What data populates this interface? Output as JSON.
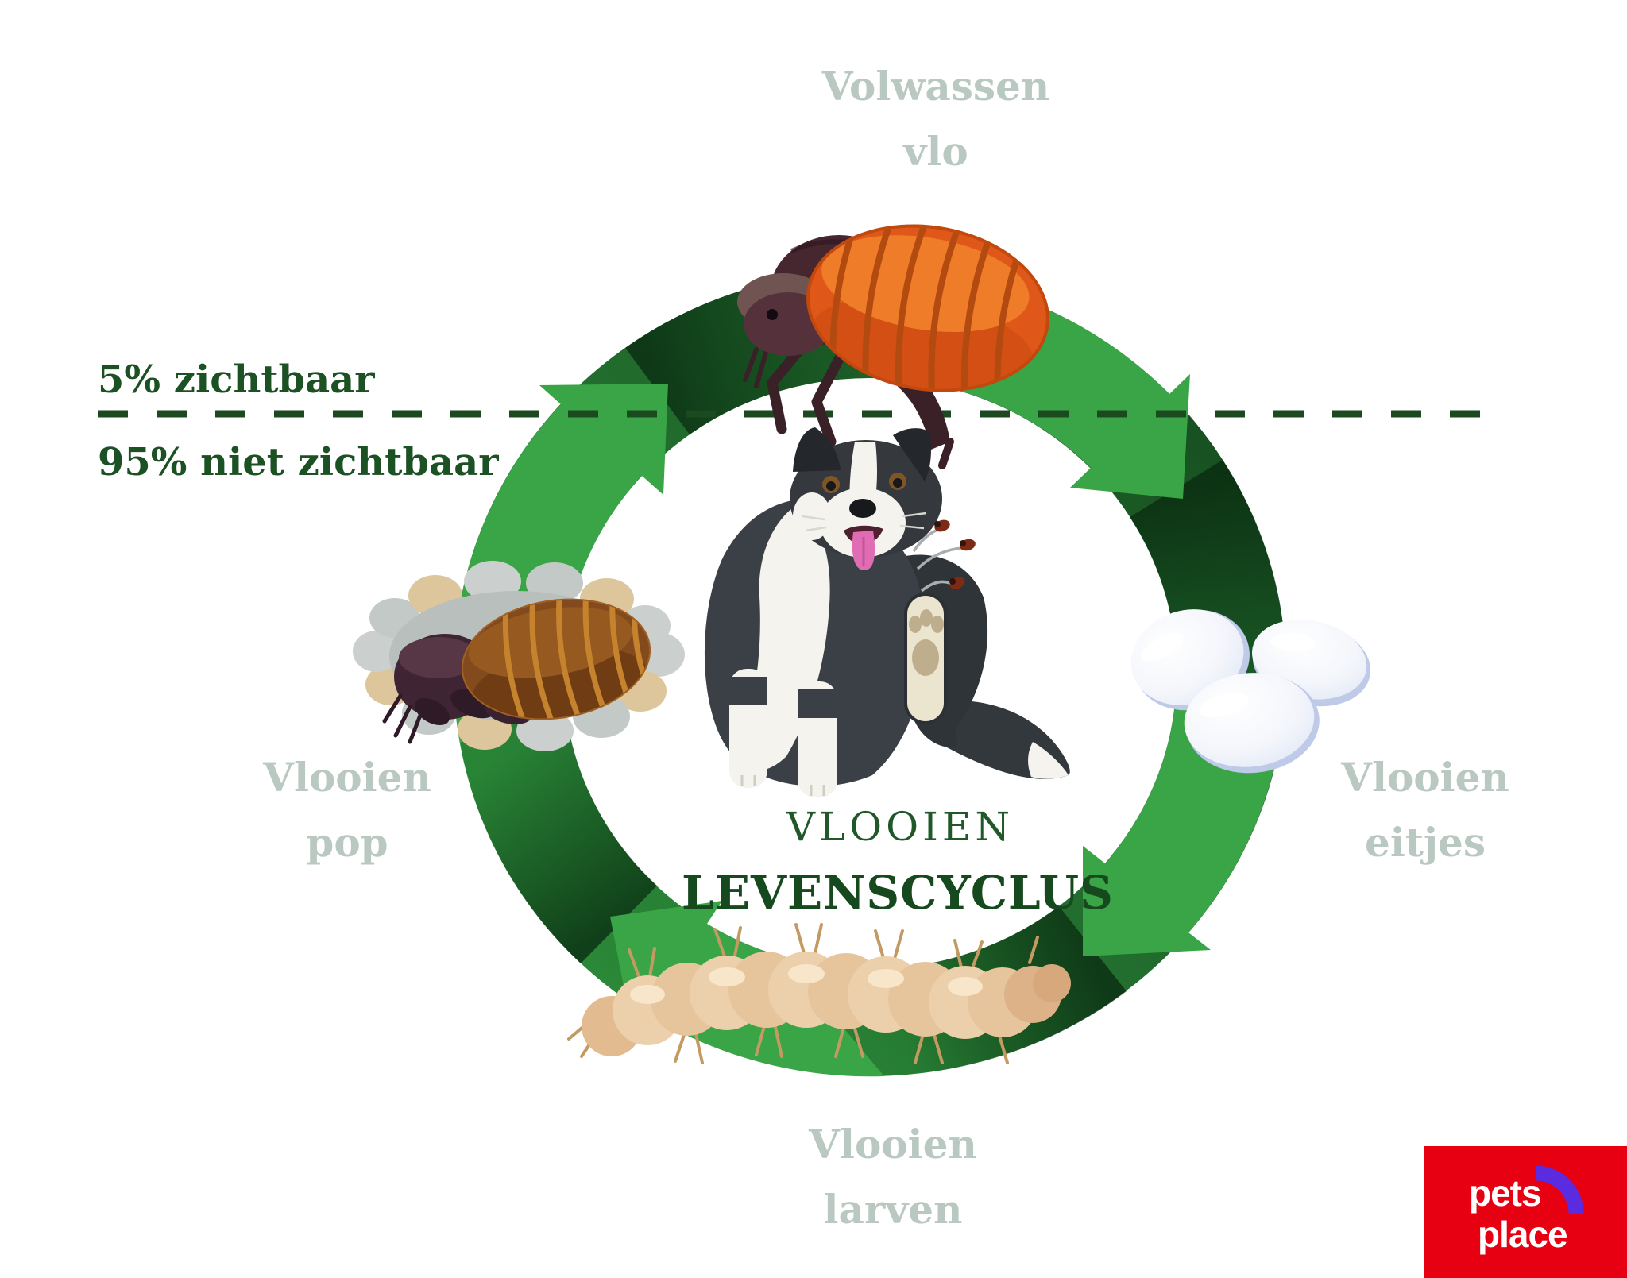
{
  "canvas": {
    "background": "#ffffff"
  },
  "cycle": {
    "title_line1": "VLOOIEN",
    "title_line2": "LEVENSCYCLUS",
    "stages": {
      "adult": {
        "line1": "Volwassen",
        "line2": "vlo"
      },
      "eggs": {
        "line1": "Vlooien",
        "line2": "eitjes"
      },
      "larvae": {
        "line1": "Vlooien",
        "line2": "larven"
      },
      "pupae": {
        "line1": "Vlooien",
        "line2": "pop"
      }
    }
  },
  "visibility": {
    "above_line": "5% zichtbaar",
    "below_line": "95% niet zichtbaar"
  },
  "logo": {
    "line1": "pets",
    "line2": "place"
  },
  "illustrations": {
    "top": "adult-flea",
    "right": "flea-egg-cluster",
    "bottom": "flea-larva",
    "left": "flea-pupa-cocoon",
    "center": "scratching-dog-with-jumping-fleas"
  },
  "colors": {
    "arrow_green_light": "#3aa546",
    "ring_green_dark": "#226e2e",
    "text_green_dark": "#1c5124",
    "label_sage": "#b9c8c0",
    "dashed_line_green": "#1c4a20",
    "logo_red": "#e60012",
    "logo_purple": "#5b2be0",
    "flea_orange": "#e0571a"
  }
}
